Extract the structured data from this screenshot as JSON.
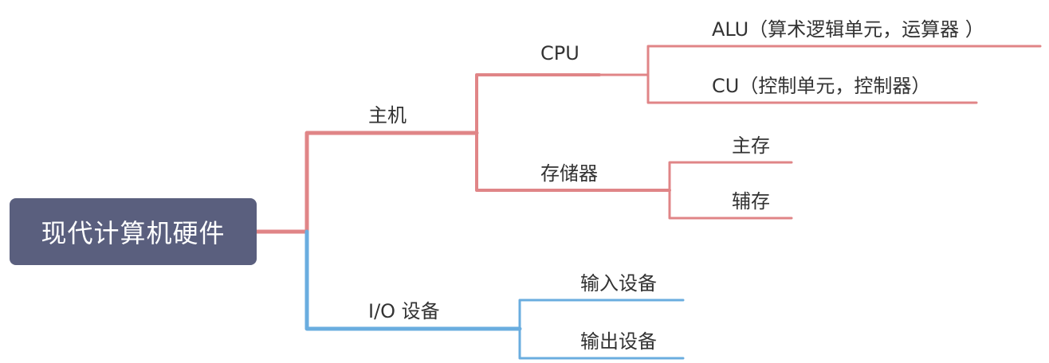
{
  "mindmap": {
    "root": "现代计算机硬件",
    "host": {
      "label": "主机",
      "cpu": {
        "label": "CPU",
        "alu": "ALU（算术逻辑单元，运算器 ）",
        "cu": "CU（控制单元，控制器）"
      },
      "storage": {
        "label": "存储器",
        "main": "主存",
        "aux": "辅存"
      }
    },
    "io": {
      "label": "I/O 设备",
      "input": "输入设备",
      "output": "输出设备"
    }
  },
  "colors": {
    "root_fill": "#5a5f7e",
    "host_branch": "#e08587",
    "io_branch": "#6aaddf"
  }
}
